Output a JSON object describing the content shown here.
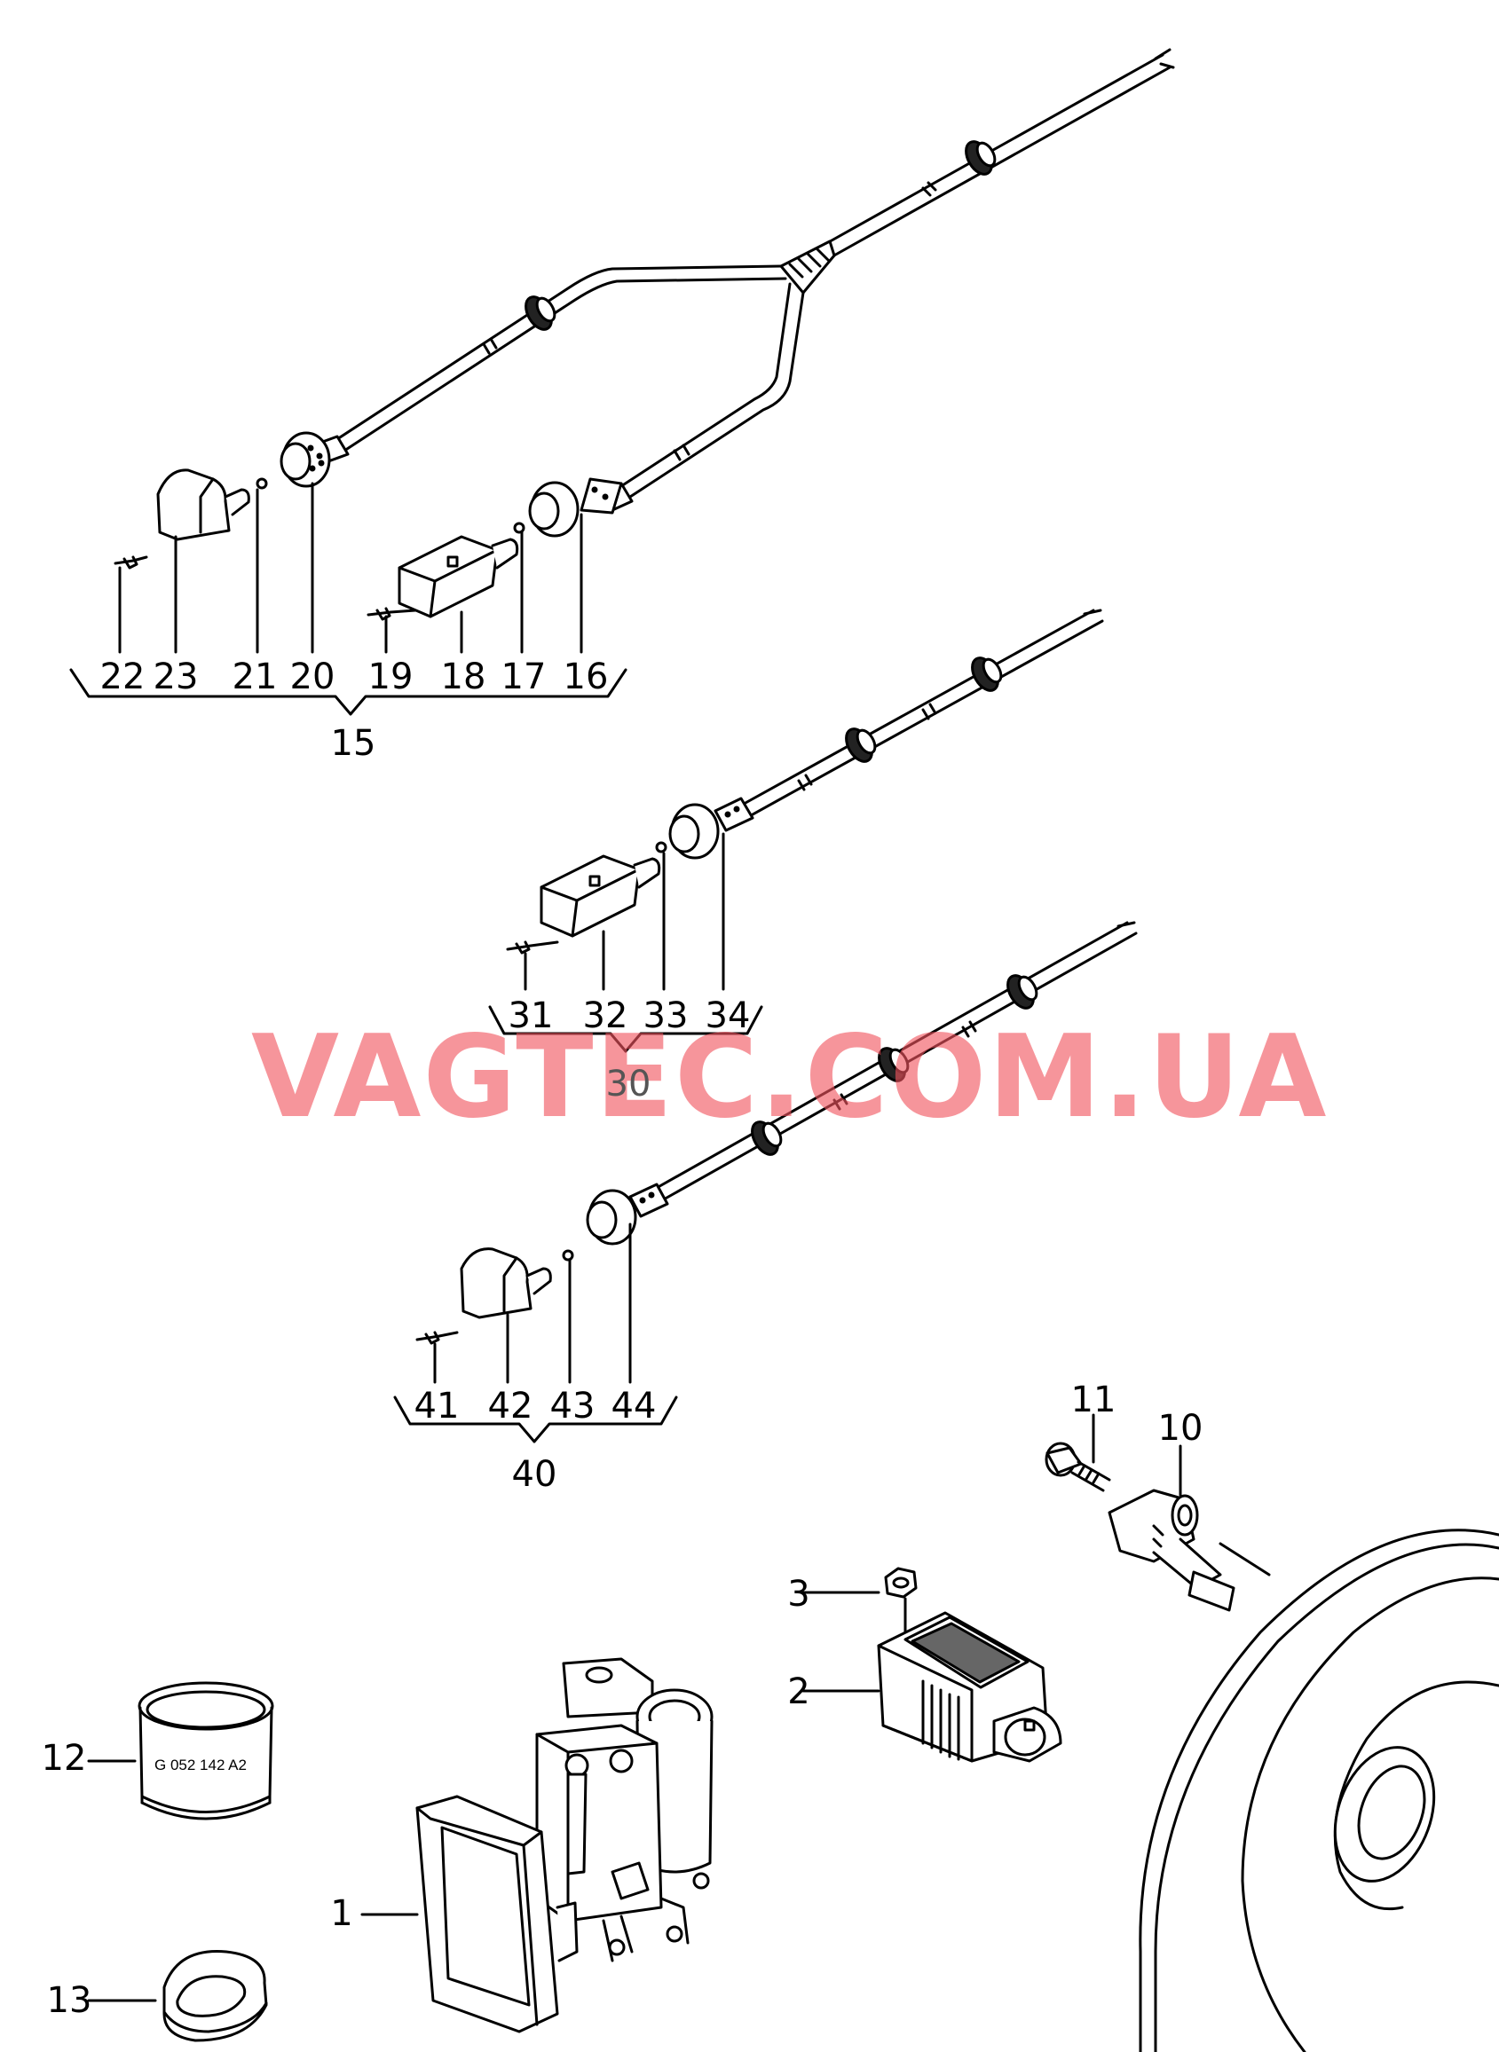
{
  "watermark": "VAGTEC.COM.UA",
  "oil_filter_text": "G 052 142 A2",
  "callouts": {
    "n1": "1",
    "n2": "2",
    "n3": "3",
    "n10": "10",
    "n11": "11",
    "n12": "12",
    "n13": "13",
    "n15": "15",
    "n16": "16",
    "n17": "17",
    "n18": "18",
    "n19": "19",
    "n20": "20",
    "n21": "21",
    "n22": "22",
    "n23": "23",
    "n30": "30",
    "n31": "31",
    "n32": "32",
    "n33": "33",
    "n34": "34",
    "n40": "40",
    "n41": "41",
    "n42": "42",
    "n43": "43",
    "n44": "44"
  },
  "parts": [
    {
      "label": "hydraulic-unit",
      "icon": "abs-control-unit-icon"
    },
    {
      "label": "yaw-rate-sensor",
      "icon": "sensor-module-icon"
    },
    {
      "label": "hex-nut",
      "icon": "nut-icon"
    },
    {
      "label": "wheel-speed-sensor",
      "icon": "speed-sensor-icon"
    },
    {
      "label": "bolt",
      "icon": "bolt-icon"
    },
    {
      "label": "oil-filter",
      "icon": "filter-cartridge-icon"
    },
    {
      "label": "grommet",
      "icon": "grommet-icon"
    },
    {
      "label": "wiring-harness-15",
      "icon": "y-harness-icon"
    },
    {
      "label": "wiring-harness-30",
      "icon": "harness-icon"
    },
    {
      "label": "wiring-harness-40",
      "icon": "harness-icon"
    },
    {
      "label": "brake-disc",
      "icon": "brake-disc-icon"
    }
  ]
}
